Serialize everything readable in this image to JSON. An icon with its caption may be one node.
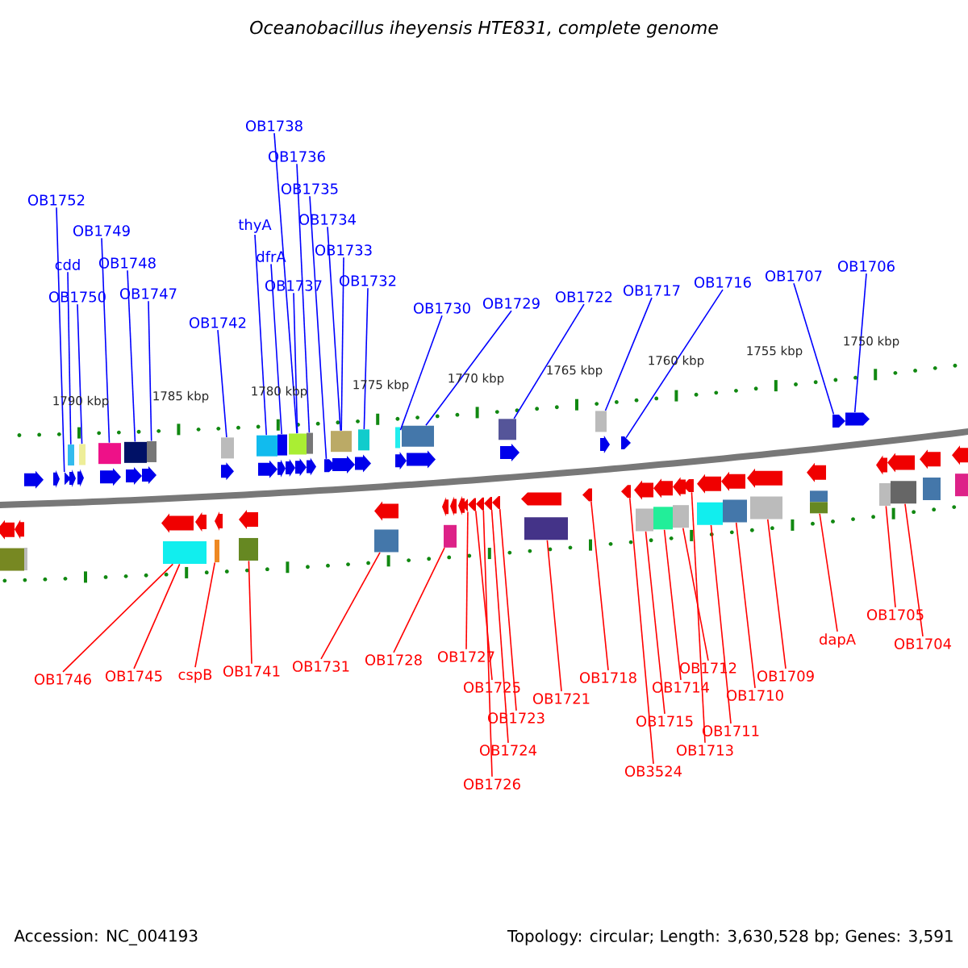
{
  "diagram": {
    "title": "Oceanobacillus iheyensis HTE831, complete genome",
    "nodes": [
      {
        "text": [
          "OB1752"
        ]
      },
      {
        "text": [
          "cdd"
        ]
      },
      {
        "text": [
          "OB1750"
        ]
      },
      {
        "text": [
          "OB1749"
        ]
      },
      {
        "text": [
          "OB1748"
        ]
      },
      {
        "text": [
          "OB1747"
        ]
      },
      {
        "text": [
          "OB1742"
        ]
      },
      {
        "text": [
          "thyA"
        ]
      },
      {
        "text": [
          "dfrA"
        ]
      },
      {
        "text": [
          "OB1738"
        ]
      },
      {
        "text": [
          "OB1737"
        ]
      },
      {
        "text": [
          "OB1736"
        ]
      },
      {
        "text": [
          "OB1735"
        ]
      },
      {
        "text": [
          "OB1734"
        ]
      },
      {
        "text": [
          "OB1733"
        ]
      },
      {
        "text": [
          "OB1732"
        ]
      },
      {
        "text": [
          "OB1730"
        ]
      },
      {
        "text": [
          "OB1729"
        ]
      },
      {
        "text": [
          "OB1722"
        ]
      },
      {
        "text": [
          "OB1717"
        ]
      },
      {
        "text": [
          "OB1716"
        ]
      },
      {
        "text": [
          "OB1707"
        ]
      },
      {
        "text": [
          "OB1706"
        ]
      },
      {
        "text": [
          "OB1746"
        ]
      },
      {
        "text": [
          "OB1745"
        ]
      },
      {
        "text": [
          "cspB"
        ]
      },
      {
        "text": [
          "OB1741"
        ]
      },
      {
        "text": [
          "OB1731"
        ]
      },
      {
        "text": [
          "OB1728"
        ]
      },
      {
        "text": [
          "OB1727"
        ]
      },
      {
        "text": [
          "OB1725"
        ]
      },
      {
        "text": [
          "OB1726"
        ]
      },
      {
        "text": [
          "OB1724"
        ]
      },
      {
        "text": [
          "OB1723"
        ]
      },
      {
        "text": [
          "OB1721"
        ]
      },
      {
        "text": [
          "OB1718"
        ]
      },
      {
        "text": [
          "OB3524"
        ]
      },
      {
        "text": [
          "OB1715"
        ]
      },
      {
        "text": [
          "OB1714"
        ]
      },
      {
        "text": [
          "OB1712"
        ]
      },
      {
        "text": [
          "OB1713"
        ]
      },
      {
        "text": [
          "OB1711"
        ]
      },
      {
        "text": [
          "OB1710"
        ]
      },
      {
        "text": [
          "OB1709"
        ]
      },
      {
        "text": [
          "dapA"
        ]
      },
      {
        "text": [
          "OB1705"
        ]
      },
      {
        "text": [
          "OB1704"
        ]
      },
      {
        "text": [],
        "shape": "arrow"
      },
      {
        "text": [],
        "shape": "box"
      },
      {
        "text": [],
        "shape": "box"
      },
      {
        "text": [],
        "shape": "box"
      },
      {
        "text": [],
        "shape": "box"
      },
      {
        "text": [],
        "shape": "box"
      },
      {
        "text": [],
        "shape": "box"
      },
      {
        "text": [],
        "shape": "box"
      },
      {
        "text": [],
        "shape": "box"
      },
      {
        "text": [],
        "shape": "box"
      },
      {
        "text": [],
        "shape": "box"
      },
      {
        "text": [],
        "shape": "arrow"
      },
      {
        "text": [],
        "shape": "box"
      },
      {
        "text": [],
        "shape": "box"
      },
      {
        "text": [],
        "shape": "box"
      },
      {
        "text": [],
        "shape": "box"
      },
      {
        "text": [],
        "shape": "box"
      },
      {
        "text": [],
        "shape": "box"
      },
      {
        "text": [],
        "shape": "arrow"
      },
      {
        "text": [],
        "shape": "arrow"
      },
      {
        "text": [],
        "shape": "arrow"
      },
      {
        "text": [],
        "shape": "box"
      },
      {
        "text": [],
        "shape": "box"
      },
      {
        "text": [],
        "shape": "box"
      },
      {
        "text": [],
        "shape": "box"
      },
      {
        "text": [],
        "shape": "box"
      },
      {
        "text": [],
        "shape": "arrow"
      },
      {
        "text": [],
        "shape": "arrow"
      },
      {
        "text": [],
        "shape": "arrow"
      },
      {
        "text": [],
        "shape": "arrow"
      },
      {
        "text": [],
        "shape": "arrow"
      },
      {
        "text": [],
        "shape": "box"
      },
      {
        "text": [],
        "shape": "arrow"
      },
      {
        "text": [],
        "shape": "arrow"
      },
      {
        "text": [],
        "shape": "box"
      },
      {
        "text": [],
        "shape": "box"
      },
      {
        "text": [],
        "shape": "box"
      },
      {
        "text": [],
        "shape": "arrow"
      },
      {
        "text": [],
        "shape": "box"
      },
      {
        "text": [],
        "shape": "box"
      },
      {
        "text": [],
        "shape": "box"
      },
      {
        "text": [],
        "shape": "box"
      },
      {
        "text": [],
        "shape": "box"
      },
      {
        "text": [],
        "shape": "box"
      },
      {
        "text": [],
        "shape": "arrow"
      }
    ],
    "edges": [
      {
        "from": 0,
        "to": 47,
        "arrow": "none",
        "color": "#0000ff"
      },
      {
        "from": 1,
        "to": 48,
        "arrow": "none",
        "color": "#0000ff"
      },
      {
        "from": 2,
        "to": 49,
        "arrow": "none",
        "color": "#0000ff"
      },
      {
        "from": 3,
        "to": 50,
        "arrow": "none",
        "color": "#0000ff"
      },
      {
        "from": 4,
        "to": 51,
        "arrow": "none",
        "color": "#0000ff"
      },
      {
        "from": 5,
        "to": 52,
        "arrow": "none",
        "color": "#0000ff"
      },
      {
        "from": 6,
        "to": 53,
        "arrow": "none",
        "color": "#0000ff"
      },
      {
        "from": 7,
        "to": 54,
        "arrow": "none",
        "color": "#0000ff"
      },
      {
        "from": 8,
        "to": 55,
        "arrow": "none",
        "color": "#0000ff"
      },
      {
        "from": 9,
        "to": 56,
        "arrow": "none",
        "color": "#0000ff"
      },
      {
        "from": 10,
        "to": 56,
        "arrow": "none",
        "color": "#0000ff"
      },
      {
        "from": 11,
        "to": 57,
        "arrow": "none",
        "color": "#0000ff"
      },
      {
        "from": 12,
        "to": 58,
        "arrow": "none",
        "color": "#0000ff"
      },
      {
        "from": 13,
        "to": 59,
        "arrow": "none",
        "color": "#0000ff"
      },
      {
        "from": 14,
        "to": 59,
        "arrow": "none",
        "color": "#0000ff"
      },
      {
        "from": 15,
        "to": 60,
        "arrow": "none",
        "color": "#0000ff"
      },
      {
        "from": 16,
        "to": 61,
        "arrow": "none",
        "color": "#0000ff"
      },
      {
        "from": 17,
        "to": 62,
        "arrow": "none",
        "color": "#0000ff"
      },
      {
        "from": 18,
        "to": 63,
        "arrow": "none",
        "color": "#0000ff"
      },
      {
        "from": 19,
        "to": 64,
        "arrow": "none",
        "color": "#0000ff"
      },
      {
        "from": 20,
        "to": 65,
        "arrow": "none",
        "color": "#0000ff"
      },
      {
        "from": 21,
        "to": 66,
        "arrow": "none",
        "color": "#0000ff"
      },
      {
        "from": 22,
        "to": 67,
        "arrow": "none",
        "color": "#0000ff"
      },
      {
        "from": 23,
        "to": 68,
        "arrow": "none"
      },
      {
        "from": 24,
        "to": 68,
        "arrow": "none"
      },
      {
        "from": 25,
        "to": 69,
        "arrow": "none"
      },
      {
        "from": 26,
        "to": 70,
        "arrow": "none"
      },
      {
        "from": 27,
        "to": 71,
        "arrow": "none"
      },
      {
        "from": 28,
        "to": 72,
        "arrow": "none"
      },
      {
        "from": 29,
        "to": 73,
        "arrow": "none"
      },
      {
        "from": 30,
        "to": 74,
        "arrow": "none"
      },
      {
        "from": 31,
        "to": 75,
        "arrow": "none"
      },
      {
        "from": 32,
        "to": 76,
        "arrow": "none"
      },
      {
        "from": 33,
        "to": 77,
        "arrow": "none"
      },
      {
        "from": 34,
        "to": 78,
        "arrow": "none"
      },
      {
        "from": 35,
        "to": 79,
        "arrow": "none"
      },
      {
        "from": 36,
        "to": 80,
        "arrow": "none"
      },
      {
        "from": 37,
        "to": 81,
        "arrow": "none"
      },
      {
        "from": 38,
        "to": 82,
        "arrow": "none"
      },
      {
        "from": 39,
        "to": 83,
        "arrow": "none"
      },
      {
        "from": 40,
        "to": 84,
        "arrow": "none"
      },
      {
        "from": 41,
        "to": 85,
        "arrow": "none"
      },
      {
        "from": 42,
        "to": 86,
        "arrow": "none"
      },
      {
        "from": 43,
        "to": 87,
        "arrow": "none"
      },
      {
        "from": 44,
        "to": 88,
        "arrow": "none"
      },
      {
        "from": 45,
        "to": 89,
        "arrow": "none"
      },
      {
        "from": 46,
        "to": 90,
        "arrow": "none"
      }
    ],
    "labels": [
      "1790 kbp",
      "1785 kbp",
      "1780 kbp",
      "1775 kbp",
      "1770 kbp",
      "1765 kbp",
      "1760 kbp",
      "1755 kbp",
      "1750 kbp",
      "Accession: NC_004193",
      "Topology: circular; Length: 3,630,528 bp; Genes: 3,591"
    ]
  }
}
